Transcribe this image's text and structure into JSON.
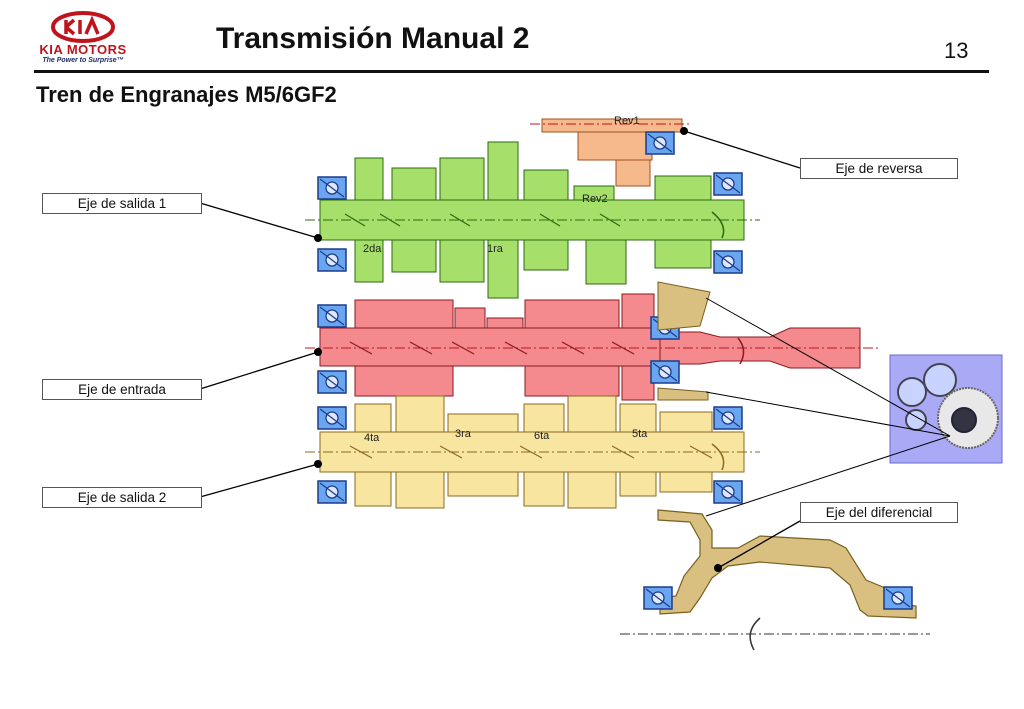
{
  "brand": {
    "name": "KIA MOTORS",
    "tagline": "The Power to Surprise™",
    "color": "#c0141c"
  },
  "header": {
    "title": "Transmisión Manual 2",
    "page_number": "13"
  },
  "subtitle": "Tren de Engranajes M5/6GF2",
  "callouts": {
    "reverse_shaft": "Eje de reversa",
    "output_shaft_1": "Eje de salida 1",
    "input_shaft": "Eje de entrada",
    "output_shaft_2": "Eje de salida 2",
    "differential_shaft": "Eje del diferencial"
  },
  "gear_labels": {
    "rev1": "Rev1",
    "rev2": "Rev2",
    "g2da": "2da",
    "g1ra": "1ra",
    "g4ta": "4ta",
    "g3ra": "3ra",
    "g6ta": "6ta",
    "g5ta": "5ta"
  },
  "colors": {
    "reverse": "#f6b98c",
    "output1": "#a6e06a",
    "input": "#f48a8e",
    "output2": "#f8e6a0",
    "differential": "#d9c080",
    "bearing": "#6aa6f0",
    "inset_bg": "#a9a9f5"
  }
}
